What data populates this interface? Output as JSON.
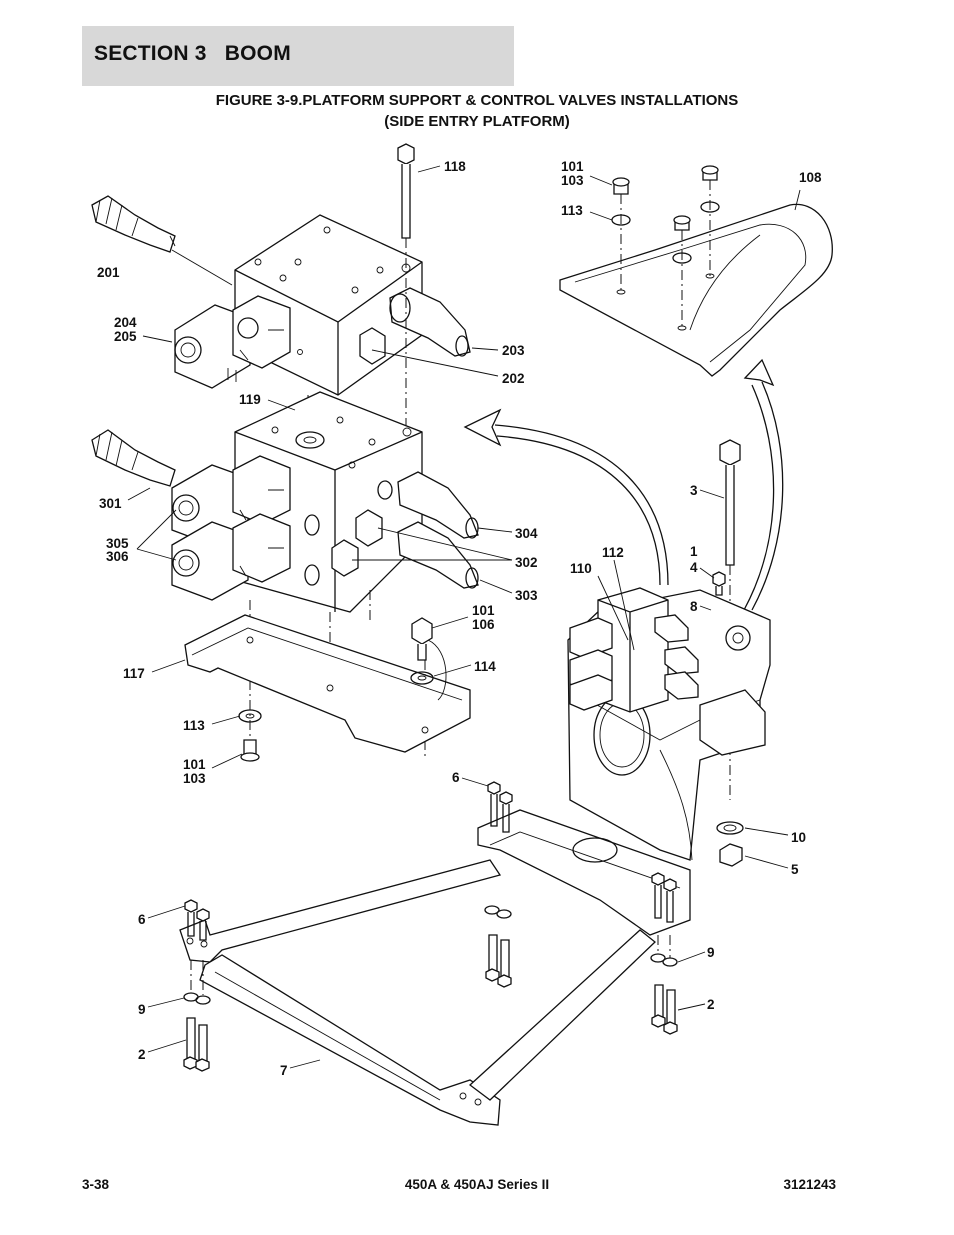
{
  "header": {
    "section_label": "SECTION 3   BOOM"
  },
  "figure": {
    "title_line1": "FIGURE 3-9.PLATFORM SUPPORT & CONTROL VALVES INSTALLATIONS",
    "title_line2": "(SIDE ENTRY PLATFORM)"
  },
  "callouts": {
    "c118": "118",
    "c101_top": "101",
    "c103_top": "103",
    "c113_top": "113",
    "c108": "108",
    "c201": "201",
    "c204": "204",
    "c205": "205",
    "c203": "203",
    "c202": "202",
    "c119": "119",
    "c301": "301",
    "c304": "304",
    "c305": "305",
    "c306": "306",
    "c302": "302",
    "c303": "303",
    "c101_mid": "101",
    "c106": "106",
    "c114": "114",
    "c117": "117",
    "c113_low": "113",
    "c101_low": "101",
    "c103_low": "103",
    "c3": "3",
    "c112": "112",
    "c110": "110",
    "c1": "1",
    "c4": "4",
    "c8": "8",
    "c6_right": "6",
    "c10": "10",
    "c5": "5",
    "c6_left": "6",
    "c9_left": "9",
    "c2_left": "2",
    "c7": "7",
    "c9_right": "9",
    "c2_right": "2"
  },
  "footer": {
    "page_number": "3-38",
    "model": "450A & 450AJ Series II",
    "doc_number": "3121243"
  }
}
